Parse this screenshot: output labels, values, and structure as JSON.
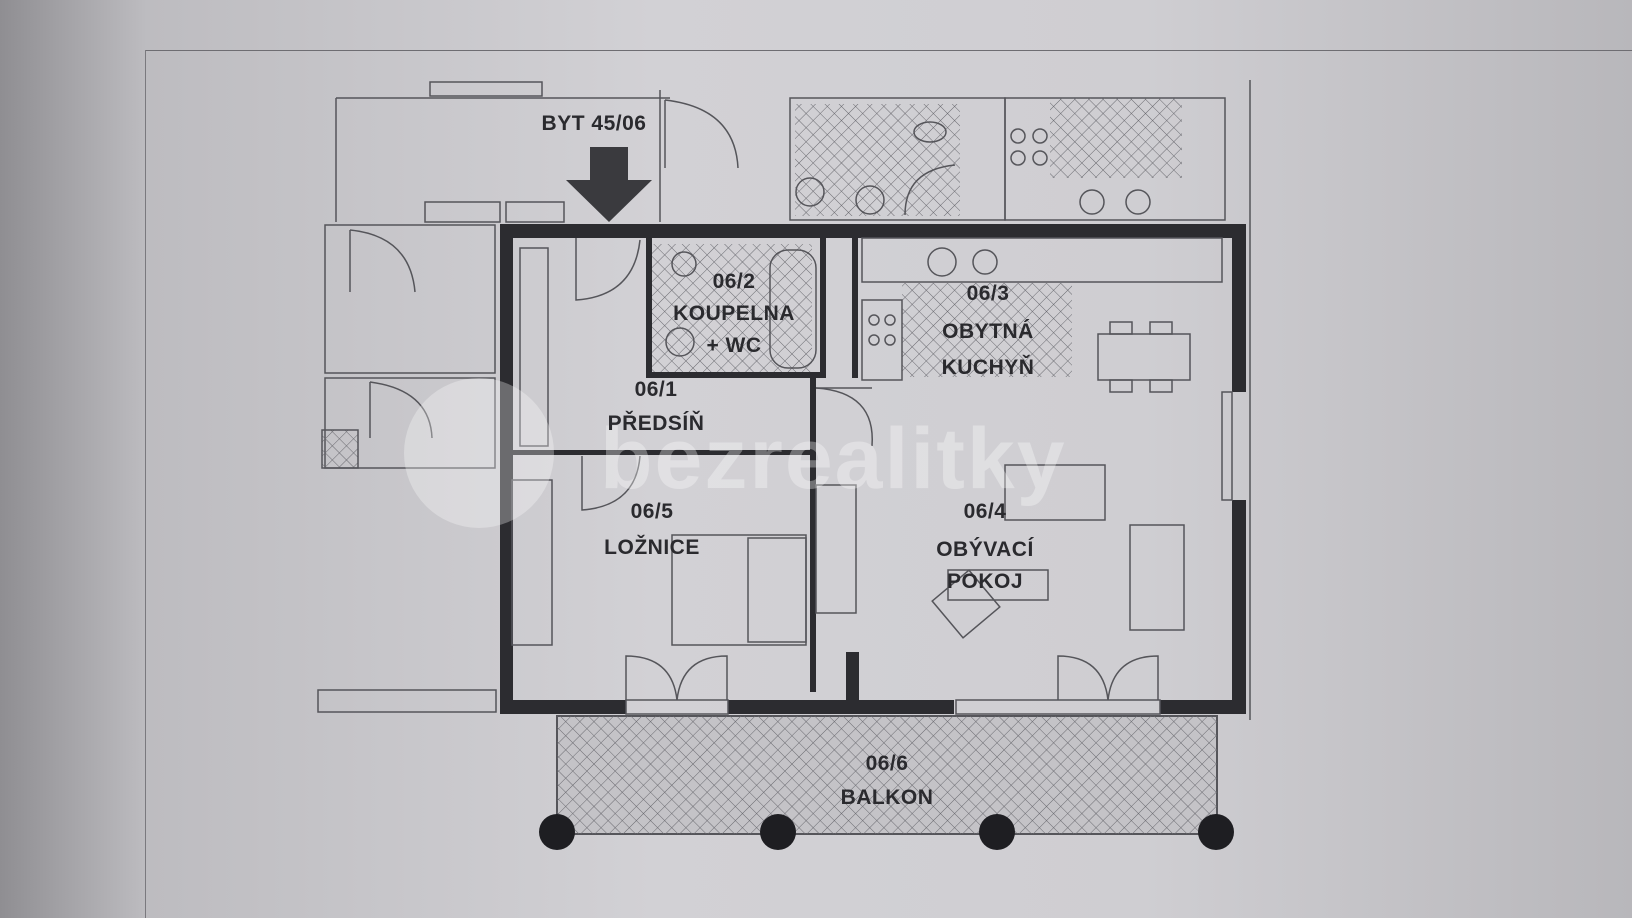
{
  "flat_label": "BYT 45/06",
  "watermark": "bezrealitky",
  "rooms": [
    {
      "id": "room-06-2",
      "number": "06/2",
      "name": "KOUPELNA",
      "name2": "+ WC"
    },
    {
      "id": "room-06-3",
      "number": "06/3",
      "name": "OBYTNÁ",
      "name2": "KUCHYŇ"
    },
    {
      "id": "room-06-1",
      "number": "06/1",
      "name": "PŘEDSÍŇ",
      "name2": ""
    },
    {
      "id": "room-06-5",
      "number": "06/5",
      "name": "LOŽNICE",
      "name2": ""
    },
    {
      "id": "room-06-4",
      "number": "06/4",
      "name": "OBÝVACÍ",
      "name2": "POKOJ"
    },
    {
      "id": "room-06-6",
      "number": "06/6",
      "name": "BALKON",
      "name2": ""
    }
  ],
  "colors": {
    "wall": "#2c2c30",
    "line": "#55555a",
    "hatch": "#6a6a70",
    "balcony": "#c4c3c7"
  }
}
